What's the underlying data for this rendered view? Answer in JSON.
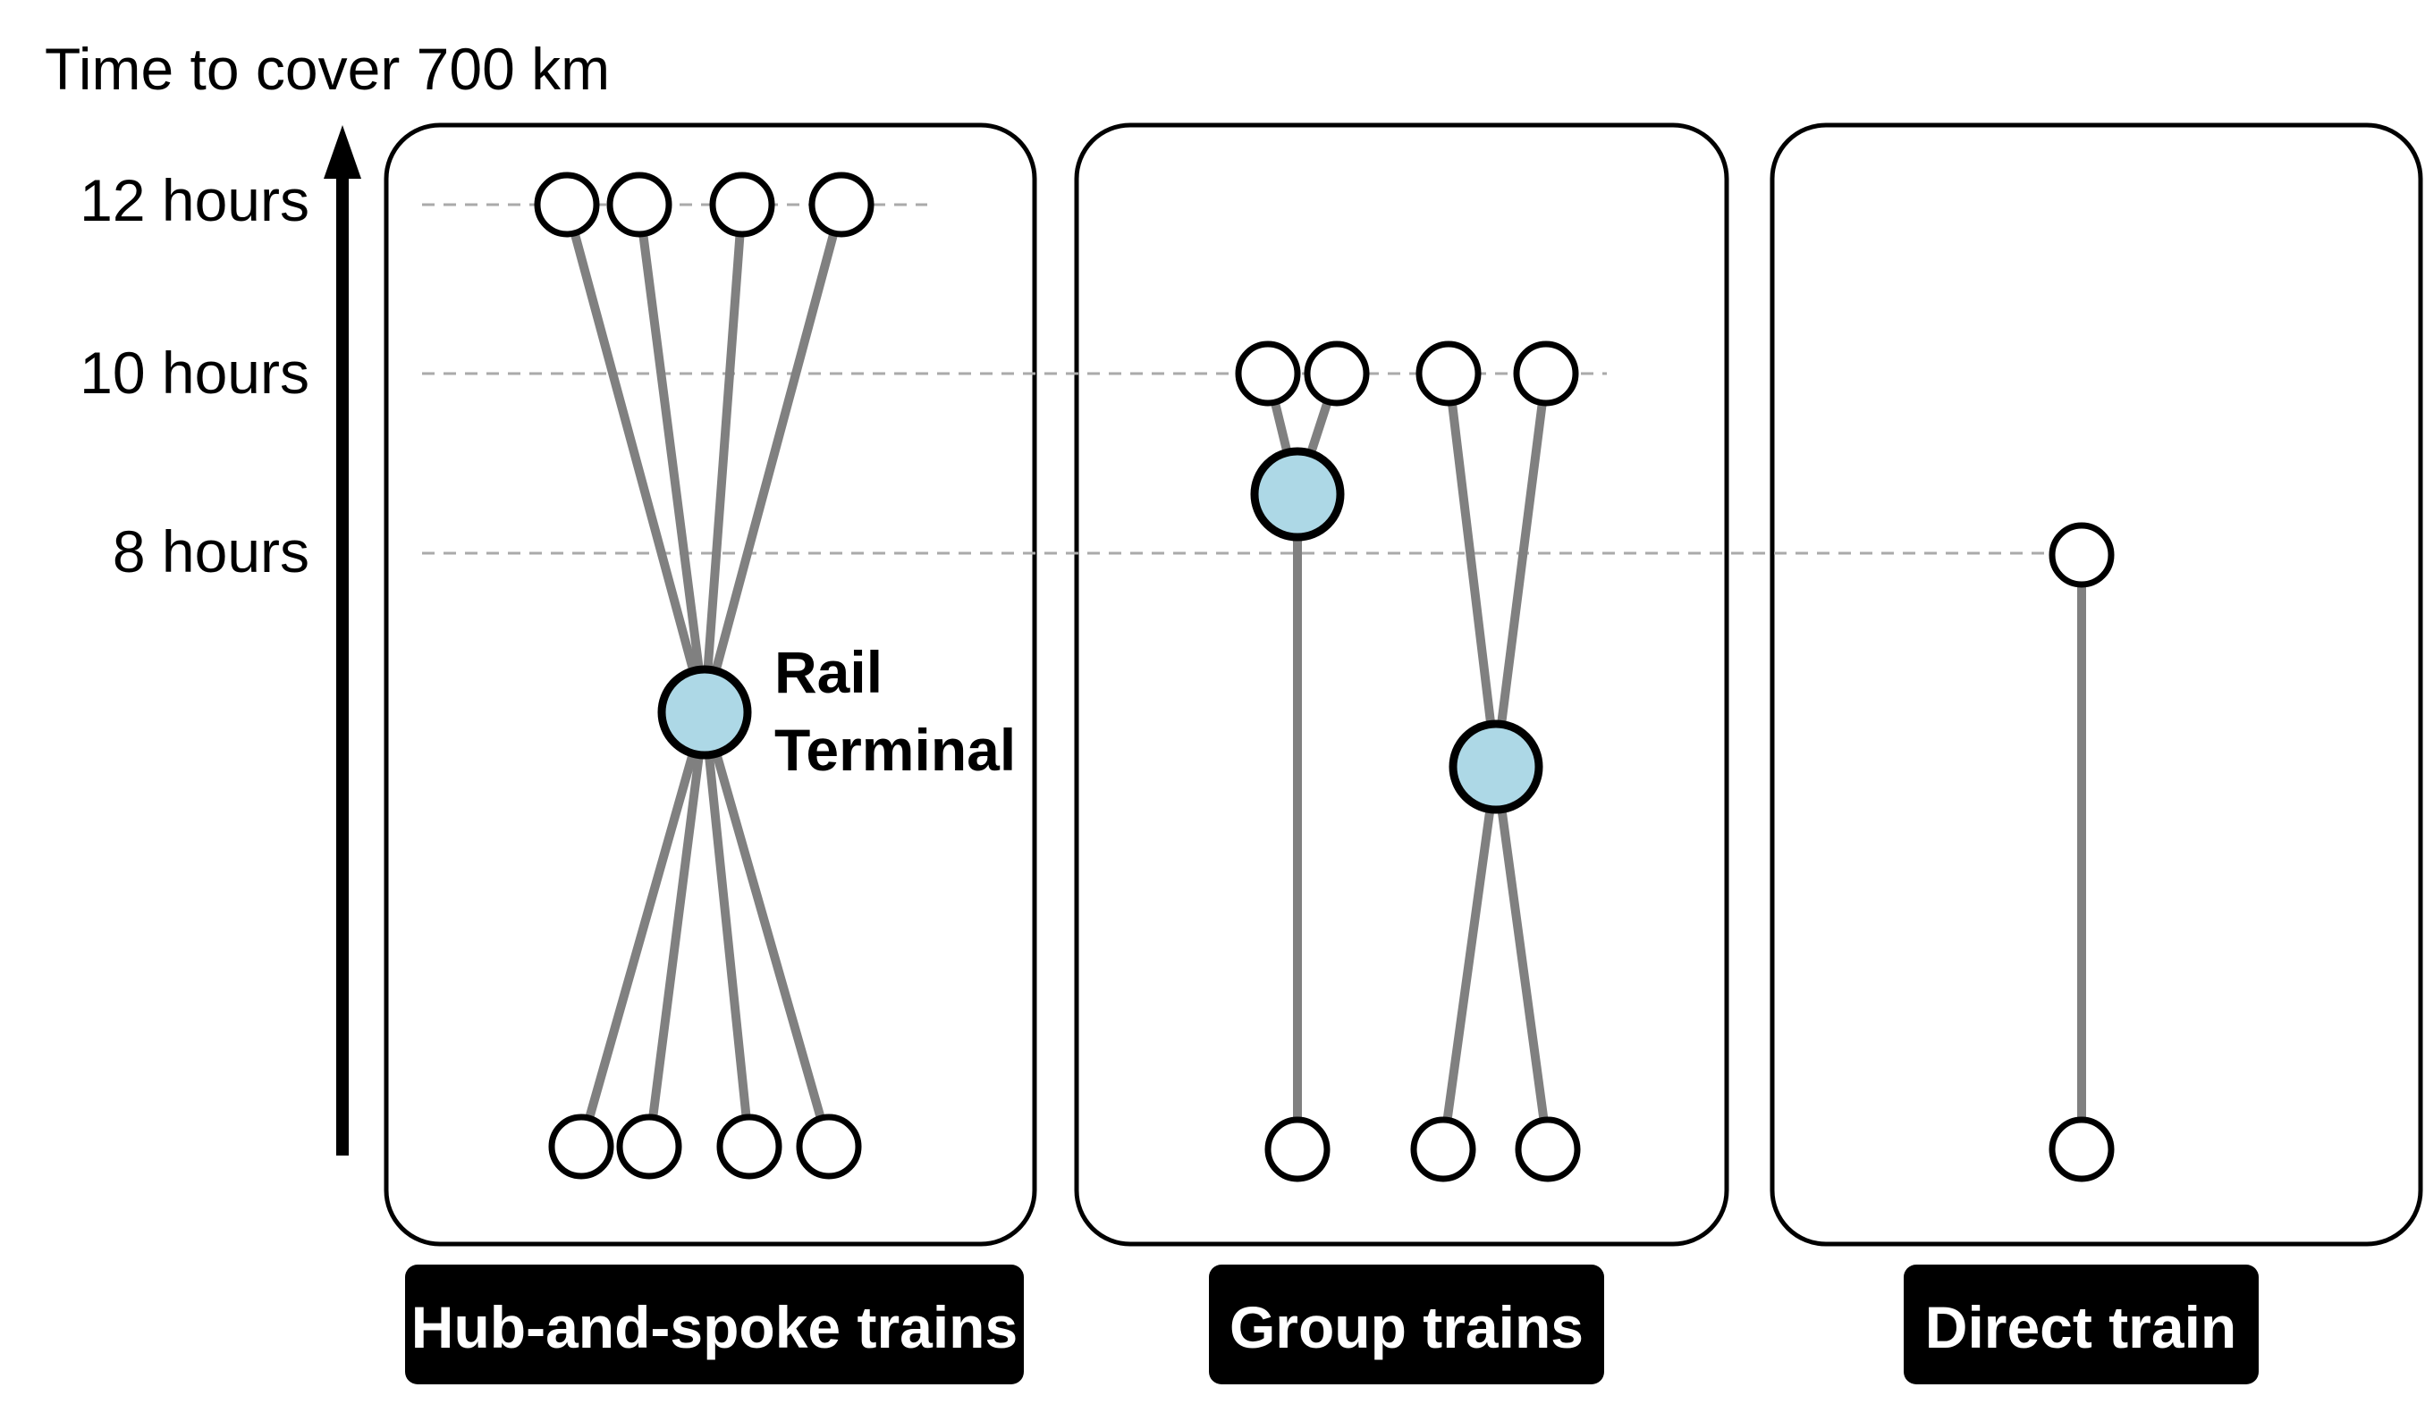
{
  "axis": {
    "title": "Time to cover 700 km",
    "ticks": [
      {
        "label": "12 hours",
        "hours": 12
      },
      {
        "label": "10 hours",
        "hours": 10
      },
      {
        "label": "8 hours",
        "hours": 8
      }
    ]
  },
  "panels": [
    {
      "id": "hub-and-spoke",
      "caption": "Hub-and-spoke trains",
      "hub_label_line1": "Rail",
      "hub_label_line2": "Terminal"
    },
    {
      "id": "group",
      "caption": "Group trains"
    },
    {
      "id": "direct",
      "caption": "Direct train"
    }
  ],
  "colors": {
    "hub_fill": "#add8e6",
    "line": "#808080",
    "gridline": "#aaaaaa",
    "caption_bg": "#000000",
    "node_stroke": "#000000"
  }
}
